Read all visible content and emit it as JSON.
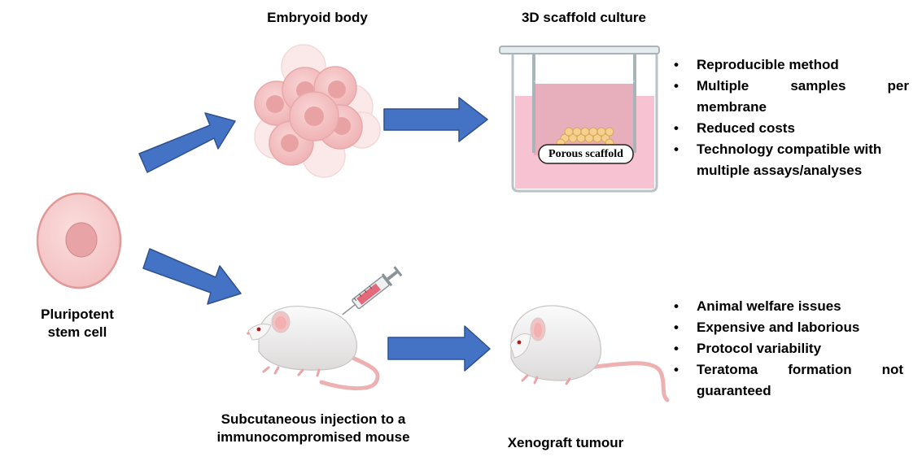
{
  "labels": {
    "stem_cell": [
      "Pluripotent",
      "stem cell"
    ],
    "embryoid_body": "Embryoid body",
    "scaffold_culture": "3D scaffold culture",
    "porous_scaffold": "Porous scaffold",
    "injection": [
      "Subcutaneous injection to a",
      "immunocompromised mouse"
    ],
    "xenograft": "Xenograft tumour"
  },
  "scaffold_advantages": [
    "Reproducible method",
    [
      "Multiple samples per",
      "membrane"
    ],
    "Reduced costs",
    [
      "Technology compatible with",
      "multiple assays/analyses"
    ]
  ],
  "xenograft_disadvantages": [
    "Animal welfare issues",
    "Expensive and laborious",
    "Protocol variability",
    [
      "Teratoma formation not",
      "guaranteed"
    ]
  ],
  "colors": {
    "arrow": "#4472c4",
    "arrow_border": "#2f528f",
    "cell_fill": "#f4c7c7",
    "cell_border": "#e29a9a",
    "nucleus": "#e8a4a6",
    "medium": "#f5b8c8",
    "mouse_body": "#efeeee",
    "mouse_pink": "#f2b7b7"
  },
  "icons": [
    "stem-cell-icon",
    "embryoid-body-icon",
    "culture-well-icon",
    "mouse-icon",
    "syringe-icon"
  ]
}
